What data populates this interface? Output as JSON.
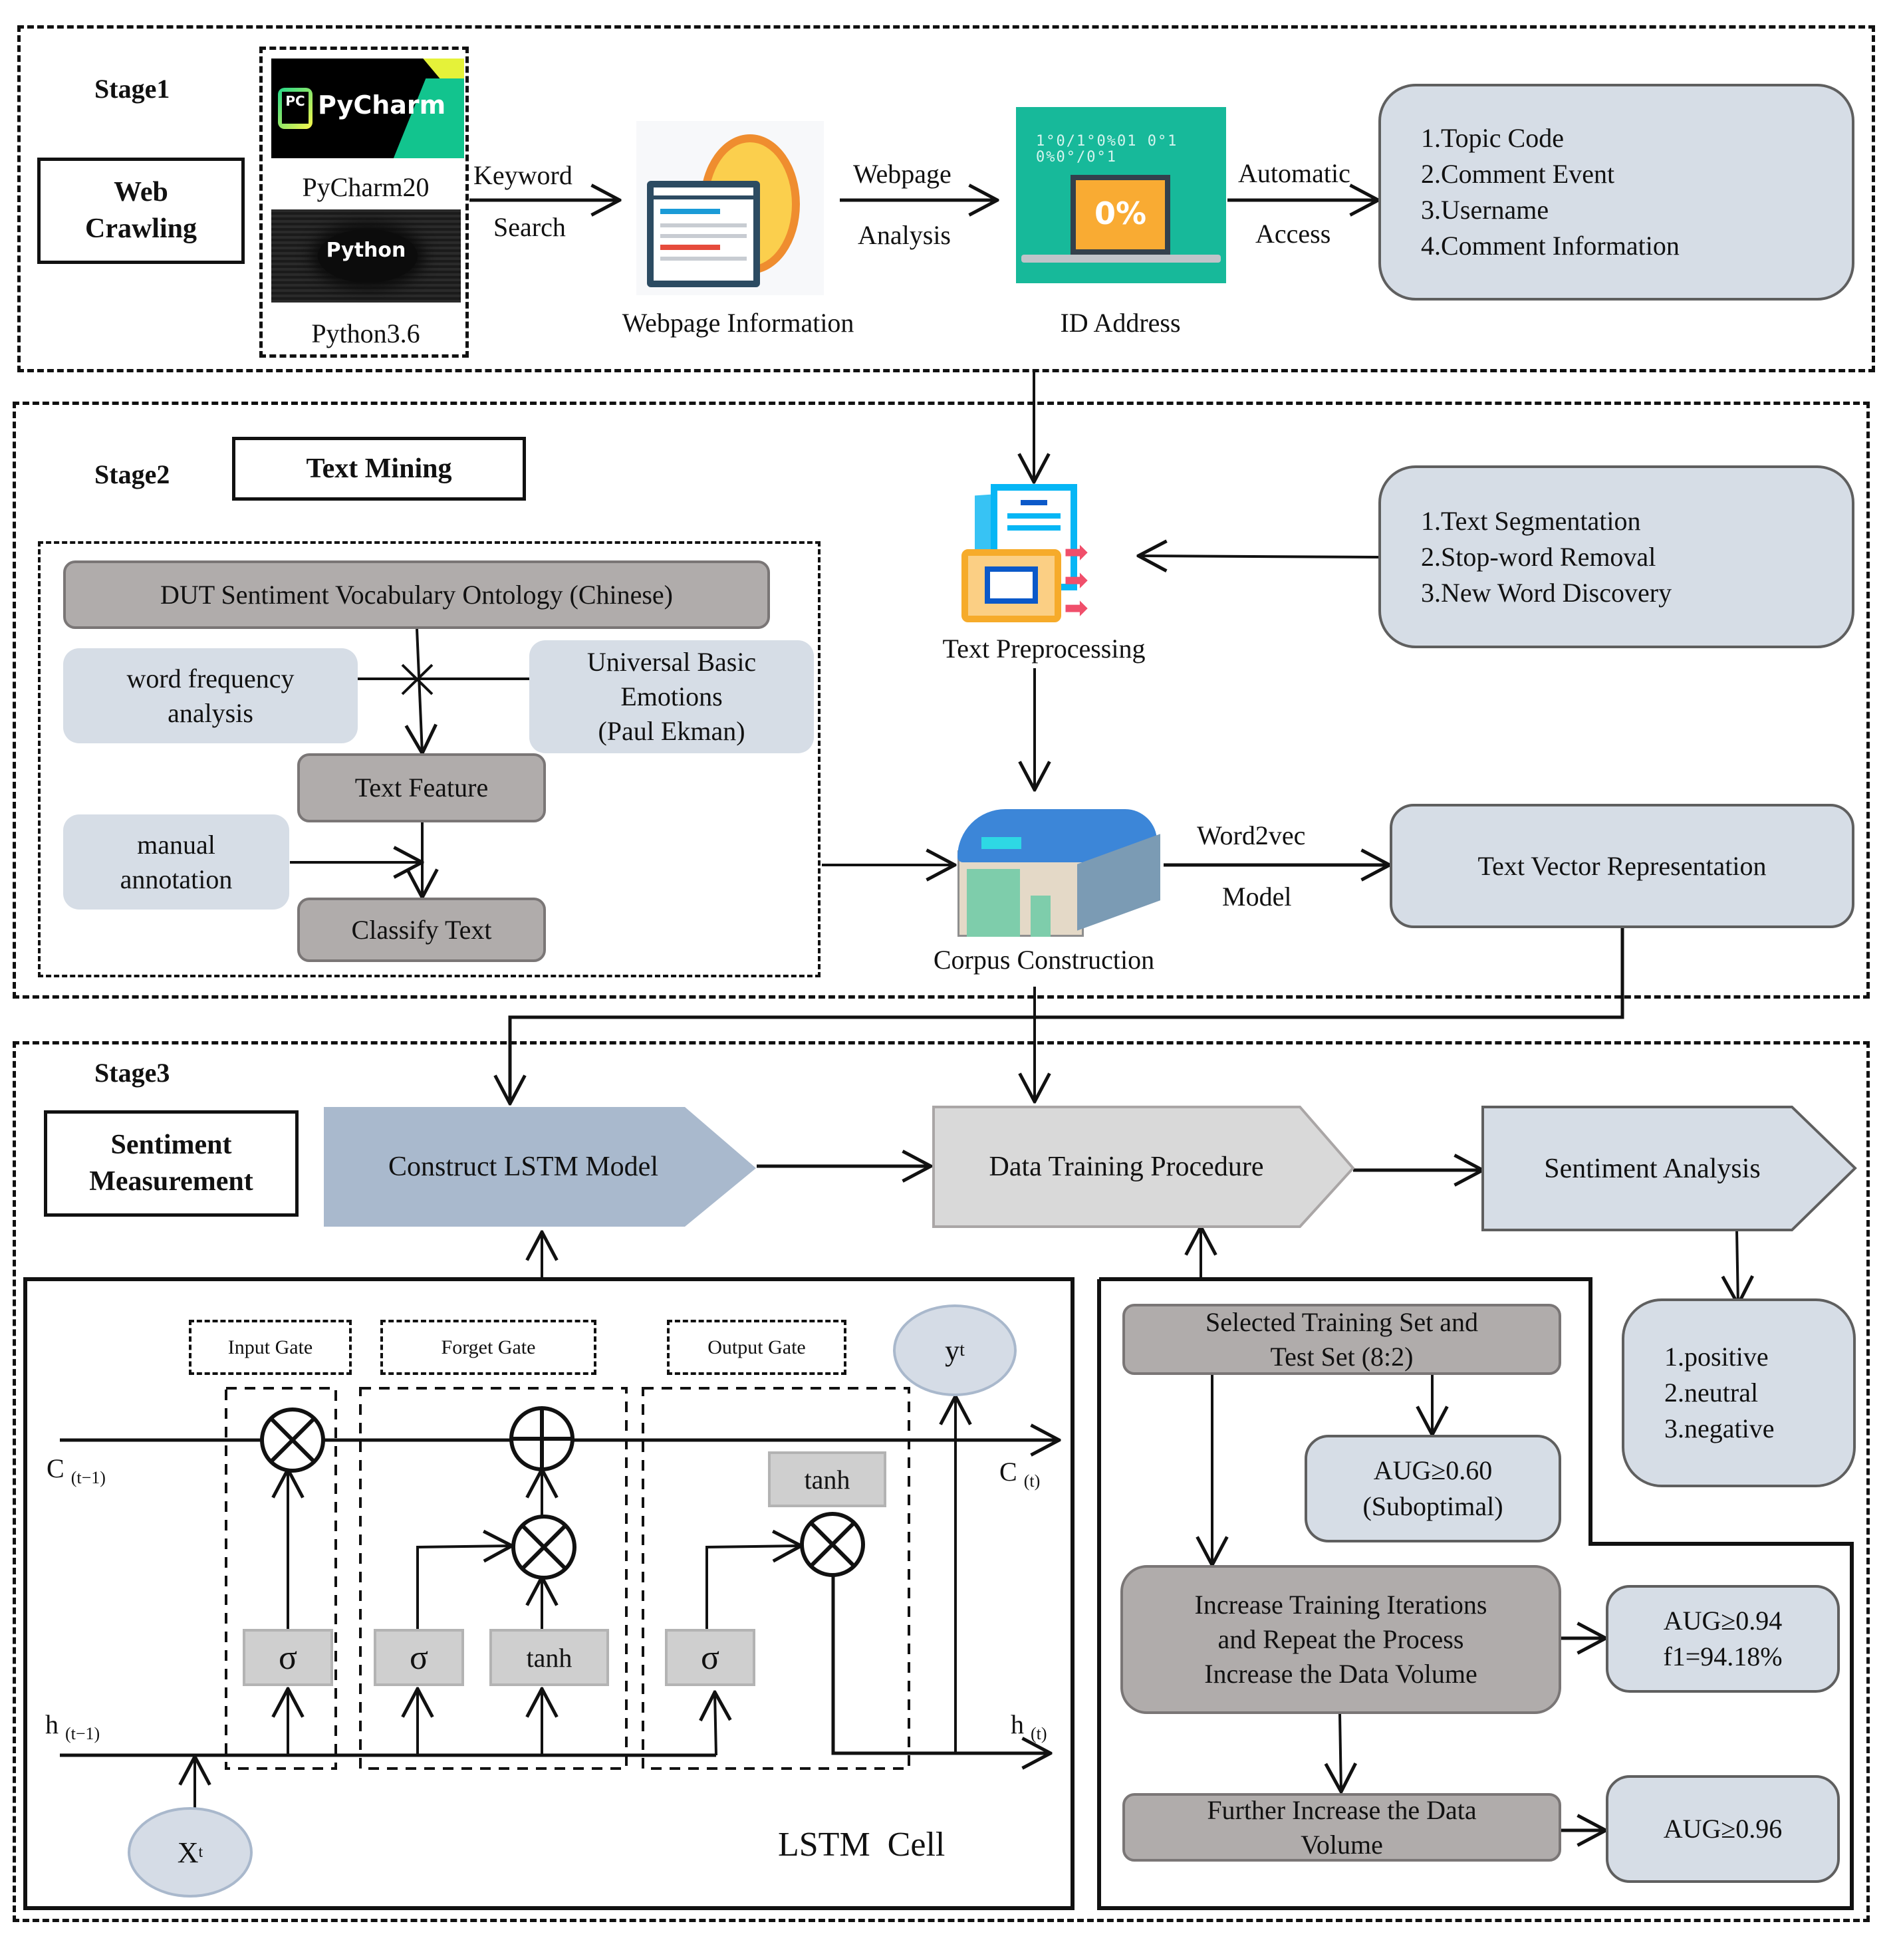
{
  "stage1": {
    "label": "Stage1",
    "title": "Web Crawling",
    "tools": [
      {
        "logo_text": "PyCharm",
        "logo_badge": "PC",
        "caption": "PyCharm20"
      },
      {
        "logo_text": "Python",
        "caption": "Python3.6"
      }
    ],
    "edge_keyword": [
      "Keyword",
      "Search"
    ],
    "webpage_info_caption": "Webpage Information",
    "edge_webpage": [
      "Webpage",
      "Analysis"
    ],
    "id_address_caption": "ID Address",
    "edge_auto": [
      "Automatic",
      "Access"
    ],
    "fields": [
      "1.Topic Code",
      "2.Comment Event",
      "3.Username",
      "4.Comment Information"
    ]
  },
  "stage2": {
    "label": "Stage2",
    "title": "Text Mining",
    "ontology": "DUT Sentiment Vocabulary Ontology (Chinese)",
    "word_freq": [
      "word frequency",
      "analysis"
    ],
    "basic_emotions": [
      "Universal Basic",
      "Emotions",
      "(Paul Ekman)"
    ],
    "text_feature": "Text Feature",
    "manual_annotation": [
      "manual",
      "annotation"
    ],
    "classify_text": "Classify Text",
    "preprocessing_caption": "Text Preprocessing",
    "preprocessing_steps": [
      "1.Text Segmentation",
      "2.Stop-word Removal",
      "3.New Word Discovery"
    ],
    "corpus_caption": "Corpus Construction",
    "edge_word2vec": [
      "Word2vec",
      "Model"
    ],
    "vector_repr": "Text Vector Representation"
  },
  "stage3": {
    "label": "Stage3",
    "title": [
      "Sentiment",
      "Measurement"
    ],
    "construct_lstm": "Construct LSTM Model",
    "data_training": "Data Training  Procedure",
    "sentiment_analysis": "Sentiment Analysis",
    "sentiment_classes": [
      "1.positive",
      "2.neutral",
      "3.negative"
    ],
    "lstm": {
      "gates": [
        "Input Gate",
        "Forget Gate",
        "Output Gate"
      ],
      "sigma": "σ",
      "tanh": "tanh",
      "c_prev": "C",
      "c_prev_sub": "(t−1)",
      "c_next": "C",
      "c_next_sub": "(t)",
      "h_prev": "h",
      "h_prev_sub": "(t−1)",
      "h_next": "h",
      "h_next_sub": "(t)",
      "x_node": "X",
      "x_sub": "t",
      "y_node": "y",
      "y_sub": "t",
      "cell_label": "LSTM  Cell",
      "multiply_symbol": "⊗",
      "add_symbol": "⊕"
    },
    "training": {
      "split": [
        "Selected Training Set and",
        "Test Set (8:2)"
      ],
      "suboptimal": [
        "AUG≥0.60",
        "(Suboptimal)"
      ],
      "iterate": [
        "Increase Training Iterations",
        "and Repeat the Process",
        "Increase the Data Volume"
      ],
      "result_094": [
        "AUG≥0.94",
        "f1=94.18%"
      ],
      "further": [
        "Further Increase the Data",
        "Volume"
      ],
      "result_096": "AUG≥0.96"
    }
  },
  "colors": {
    "box_blue": "#d6dde6",
    "box_gray": "#b0acab",
    "lstm_pentagon": "#a9b9cd",
    "training_pentagon": "#d9d9d9",
    "activation_gray": "#cfcfcf"
  }
}
